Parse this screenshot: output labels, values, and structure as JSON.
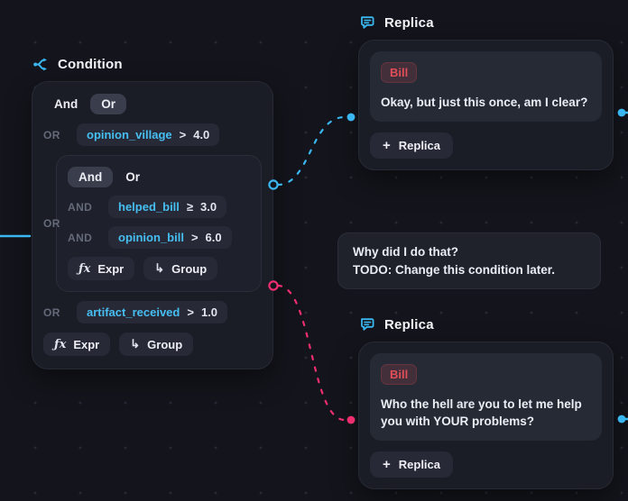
{
  "colors": {
    "cyan": "#3ab7f0",
    "pink": "#ee2e6f",
    "red": "#e04f59"
  },
  "condition": {
    "title": "Condition",
    "icon": "branch-split-icon",
    "root_toggle": {
      "and_label": "And",
      "or_label": "Or",
      "selected": "Or"
    },
    "row_village": {
      "join": "OR",
      "var": "opinion_village",
      "op": ">",
      "value": "4.0"
    },
    "group": {
      "toggle": {
        "and_label": "And",
        "or_label": "Or",
        "selected": "And"
      },
      "row_helped": {
        "join": "AND",
        "var": "helped_bill",
        "op": "≥",
        "value": "3.0"
      },
      "row_opinion": {
        "join": "AND",
        "var": "opinion_bill",
        "op": ">",
        "value": "6.0"
      },
      "expr_label": "Expr",
      "group_label": "Group"
    },
    "row_artifact": {
      "join": "OR",
      "var": "artifact_received",
      "op": ">",
      "value": "1.0"
    },
    "expr_label": "Expr",
    "group_label": "Group",
    "expr_icon": "ƒx",
    "group_icon": "↳"
  },
  "replica_top": {
    "title": "Replica",
    "icon": "chat-bubble-icon",
    "speaker": "Bill",
    "text": "Okay, but just this once, am I clear?",
    "add_icon": "+",
    "add_label": "Replica"
  },
  "note": {
    "line1": "Why did I do that?",
    "line2": "TODO: Change this condition later."
  },
  "replica_bottom": {
    "title": "Replica",
    "icon": "chat-bubble-icon",
    "speaker": "Bill",
    "text": "Who the hell are you to let me help you with YOUR problems?",
    "add_icon": "+",
    "add_label": "Replica"
  }
}
